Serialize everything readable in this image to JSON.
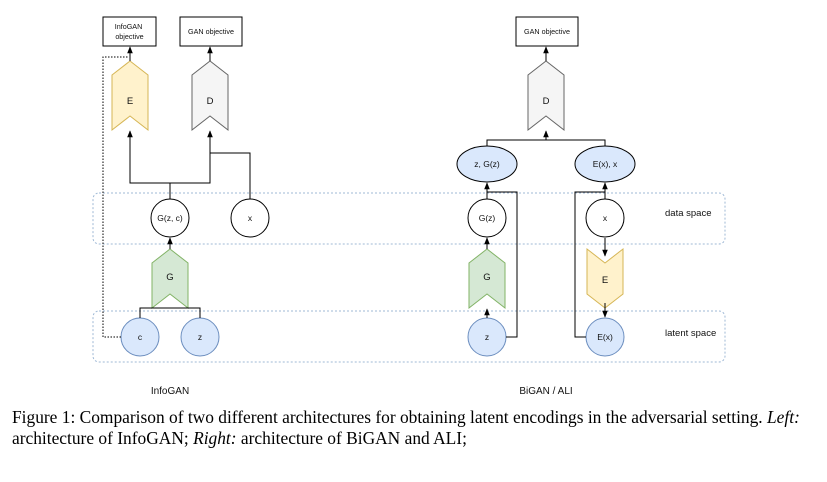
{
  "diagram": {
    "left": {
      "objective_infogan": [
        "InfoGAN",
        "objective"
      ],
      "objective_gan": "GAN objective",
      "encoder": "E",
      "discriminator": "D",
      "generator": "G",
      "generated": "G(z, c)",
      "data": "x",
      "code": "c",
      "noise": "z",
      "title": "InfoGAN"
    },
    "right": {
      "objective_gan": "GAN objective",
      "discriminator": "D",
      "pair_generated": "z, G(z)",
      "pair_encoded": "E(x), x",
      "generated": "G(z)",
      "generator": "G",
      "noise": "z",
      "data": "x",
      "encoder": "E",
      "encoded": "E(x)",
      "title": "BiGAN / ALI"
    },
    "regions": {
      "data_space": "data space",
      "latent_space": "latent space"
    },
    "colors": {
      "encoder_fill": "#fff2cc",
      "encoder_stroke": "#d6b656",
      "discriminator_fill": "#f5f5f5",
      "discriminator_stroke": "#666666",
      "generator_fill": "#d5e8d4",
      "generator_stroke": "#82b366",
      "latent_fill": "#dae8fc",
      "latent_stroke": "#6c8ebf",
      "region_stroke": "#9fb9d6"
    }
  },
  "caption": {
    "label": "Figure 1:",
    "text1": " Comparison of two different architectures for obtaining latent encodings in the adversarial setting. ",
    "left_label": "Left:",
    "text2": " architecture of InfoGAN; ",
    "right_label": "Right:",
    "text3": " architecture of BiGAN and ALI;"
  }
}
